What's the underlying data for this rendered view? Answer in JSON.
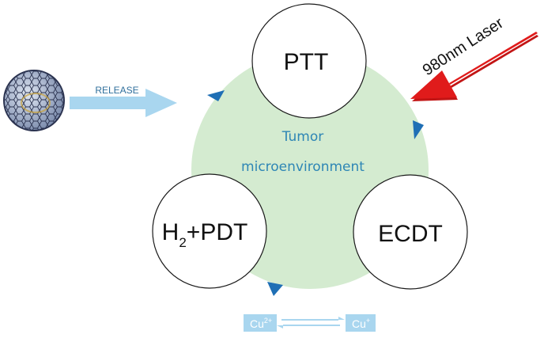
{
  "nodes": {
    "ptt": "PTT",
    "ecdt": "ECDT",
    "h2_pdt": {
      "h": "H",
      "sub": "2",
      "rest": "+PDT"
    }
  },
  "center": {
    "line1": "Tumor",
    "line2": "microenvironment"
  },
  "release_label": "RELEASE",
  "laser_label": "980nm Laser",
  "ions": {
    "cu2": {
      "base": "Cu",
      "sup": "2+"
    },
    "cu1": {
      "base": "Cu",
      "sup": "+"
    }
  },
  "colors": {
    "center_fill": "#d4ebd0",
    "cycle_arrow": "#1f6fb5",
    "release_arrow": "#a9d6ef",
    "laser_arrow": "#e01b1b",
    "ion_box": "#a9d6ef",
    "center_text": "#2e86b5"
  },
  "icons": {
    "nanoparticle": "fullerene-cage-icon"
  }
}
